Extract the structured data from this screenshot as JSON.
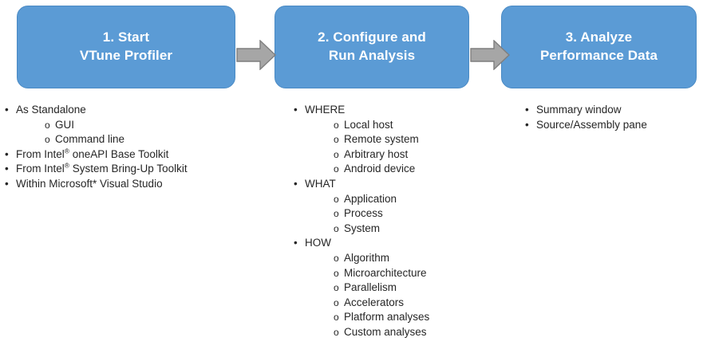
{
  "colors": {
    "box_fill": "#5B9BD5",
    "box_border": "#4A8AC4",
    "box_text": "#FFFFFF",
    "arrow_fill": "#A6A6A6",
    "arrow_border": "#7F7F7F",
    "body_text": "#262626",
    "background": "#FFFFFF"
  },
  "flow": {
    "steps": [
      {
        "line1": "1. Start",
        "line2": "VTune Profiler"
      },
      {
        "line1": "2. Configure and",
        "line2": "Run Analysis"
      },
      {
        "line1": "3. Analyze",
        "line2": "Performance Data"
      }
    ],
    "arrows": [
      {
        "name": "arrow-step1-to-step2",
        "direction": "right"
      },
      {
        "name": "arrow-step2-to-step3",
        "direction": "right"
      }
    ]
  },
  "columns": {
    "standalone": {
      "bullet_glyph": "•",
      "sub_bullet_glyph": "o",
      "items": [
        {
          "label": "As Standalone",
          "children": [
            "GUI",
            "Command line"
          ]
        },
        {
          "label_parts": [
            "From Intel",
            "®",
            " oneAPI Base Toolkit"
          ],
          "label": "From Intel® oneAPI Base Toolkit",
          "children": []
        },
        {
          "label_parts": [
            "From Intel",
            "®",
            " System Bring-Up Toolkit"
          ],
          "label": "From Intel® System Bring-Up Toolkit",
          "children": []
        },
        {
          "label": "Within Microsoft* Visual Studio",
          "children": []
        }
      ]
    },
    "configure": {
      "bullet_glyph": "•",
      "sub_bullet_glyph": "o",
      "items": [
        {
          "label": "WHERE",
          "children": [
            "Local host",
            "Remote system",
            "Arbitrary host",
            "Android device"
          ]
        },
        {
          "label": "WHAT",
          "children": [
            "Application",
            "Process",
            "System"
          ]
        },
        {
          "label": "HOW",
          "children": [
            "Algorithm",
            "Microarchitecture",
            "Parallelism",
            "Accelerators",
            "Platform analyses",
            "Custom analyses"
          ]
        }
      ]
    },
    "analyze": {
      "bullet_glyph": "•",
      "items": [
        {
          "label": "Summary window"
        },
        {
          "label": "Source/Assembly pane"
        }
      ]
    }
  }
}
